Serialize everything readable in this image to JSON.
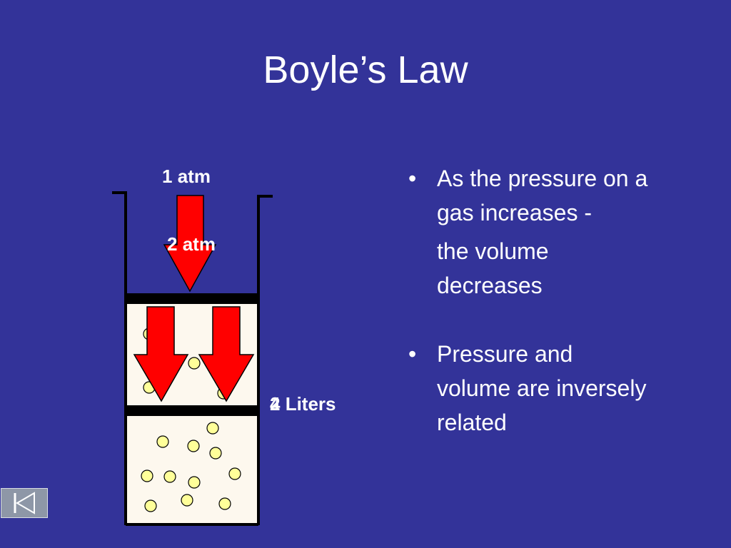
{
  "slide": {
    "title": "Boyle’s Law",
    "background_color": "#333399"
  },
  "diagram": {
    "initial_pressure_label": "1 atm",
    "final_pressure_label": "2 atm",
    "volume_label_overlap": "2",
    "volume_label_digit": "4",
    "volume_label_unit": " Liters",
    "arrow_color": "#ff0000",
    "particle_color": "#ffff99",
    "cylinder_fill": "#fdf8ee"
  },
  "bullets": [
    {
      "lines": [
        "As the pressure on a gas increases -"
      ],
      "continuation": "the volume decreases"
    },
    {
      "lines": [
        "Pressure and volume are inversely related"
      ]
    }
  ],
  "navigation": {
    "back_button_icon": "skip-back-icon"
  }
}
